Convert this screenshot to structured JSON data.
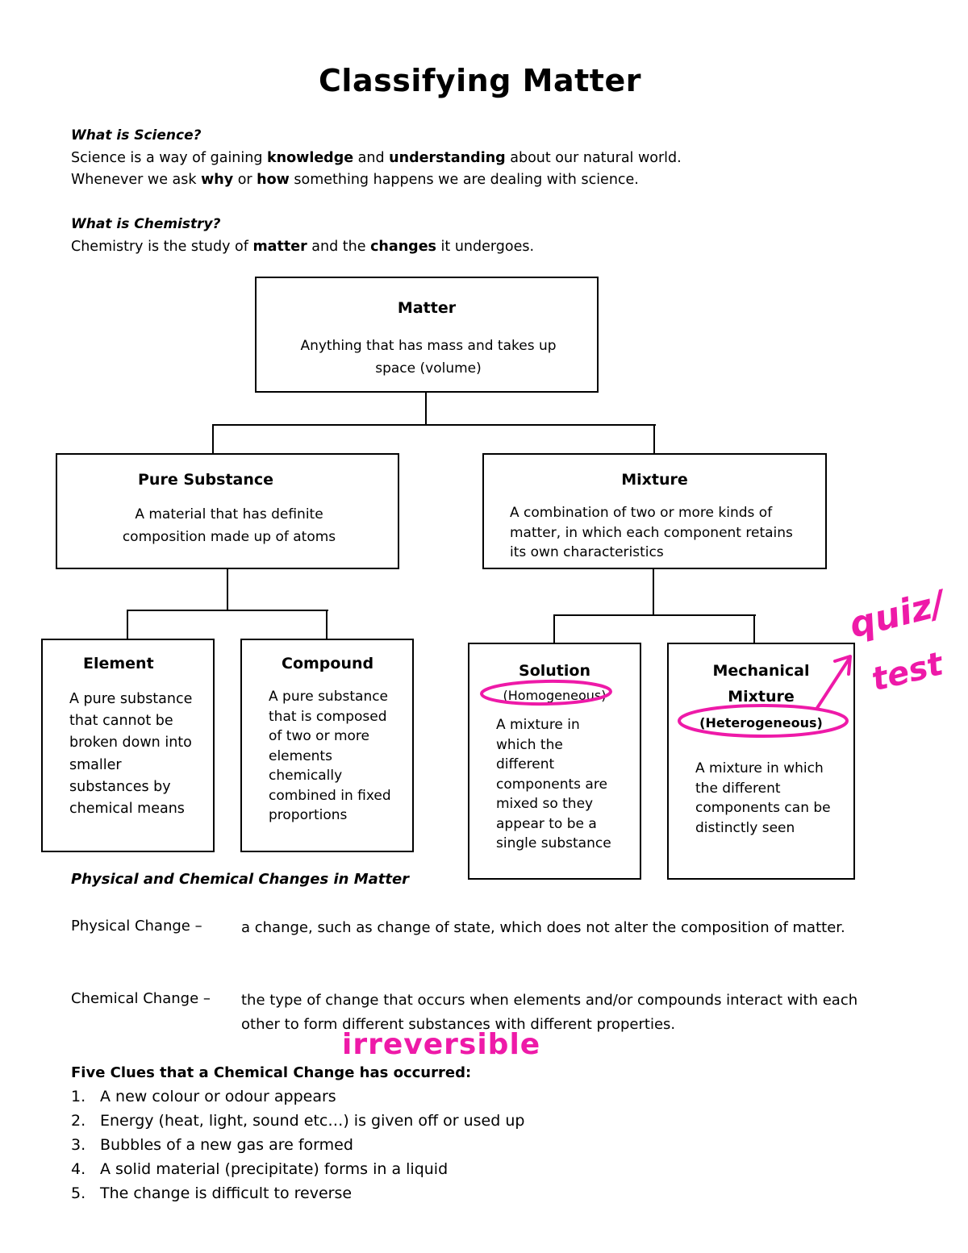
{
  "title": "Classifying Matter",
  "science": {
    "question": "What is Science?",
    "line1": [
      "Science is a way of gaining ",
      "knowledge",
      " and ",
      "understanding",
      " about our natural world."
    ],
    "line2": [
      "Whenever we ask ",
      "why",
      " or ",
      "how",
      " something happens we are dealing with science."
    ]
  },
  "chemistry": {
    "question": "What is Chemistry?",
    "line1": [
      "Chemistry is the study of ",
      "matter",
      " and the ",
      "changes",
      " it undergoes."
    ]
  },
  "diagram": {
    "matter": {
      "title": "Matter",
      "text": "Anything that has mass and takes up space (volume)"
    },
    "pure": {
      "title": "Pure Substance",
      "text": "A material that has definite composition made up of atoms"
    },
    "mixture": {
      "title": "Mixture",
      "text": "A combination of two or more kinds of matter, in which each component retains its own characteristics"
    },
    "element": {
      "title": "Element",
      "text": "A pure substance that cannot be broken down into smaller substances by chemical means"
    },
    "compound": {
      "title": "Compound",
      "text": "A pure substance that is composed of two or more elements chemically combined in fixed proportions"
    },
    "solution": {
      "title": "Solution",
      "subtitle": "(Homogeneous)",
      "text": "A mixture in which the different components are mixed so they appear to be a single substance"
    },
    "mechanical": {
      "title_line1": "Mechanical",
      "title_line2": "Mixture",
      "subtitle": "(Heterogeneous)",
      "text": "A mixture in which the different components can be distinctly seen"
    }
  },
  "changes": {
    "heading": "Physical and Chemical Changes in Matter",
    "physical_label": "Physical Change –",
    "physical_def": "a change, such as change of state, which does not alter the composition of matter.",
    "chemical_label": "Chemical Change –",
    "chemical_def": "the type of change that occurs when elements and/or compounds interact with each other to form different substances with different properties."
  },
  "clues": {
    "title": "Five Clues that a Chemical Change has occurred:",
    "items": [
      {
        "num": "1.",
        "text": "A new colour or odour appears"
      },
      {
        "num": "2.",
        "text": "Energy (heat, light, sound etc…) is given off or used up"
      },
      {
        "num": "3.",
        "text": "Bubbles of a new gas are formed"
      },
      {
        "num": "4.",
        "text": "A solid material (precipitate) forms in a liquid"
      },
      {
        "num": "5.",
        "text": "The change is difficult to reverse"
      }
    ]
  },
  "annotations": {
    "quiz": "quiz/",
    "test": "test",
    "irreversible": "irreversible",
    "color": "#ee1aa8"
  }
}
